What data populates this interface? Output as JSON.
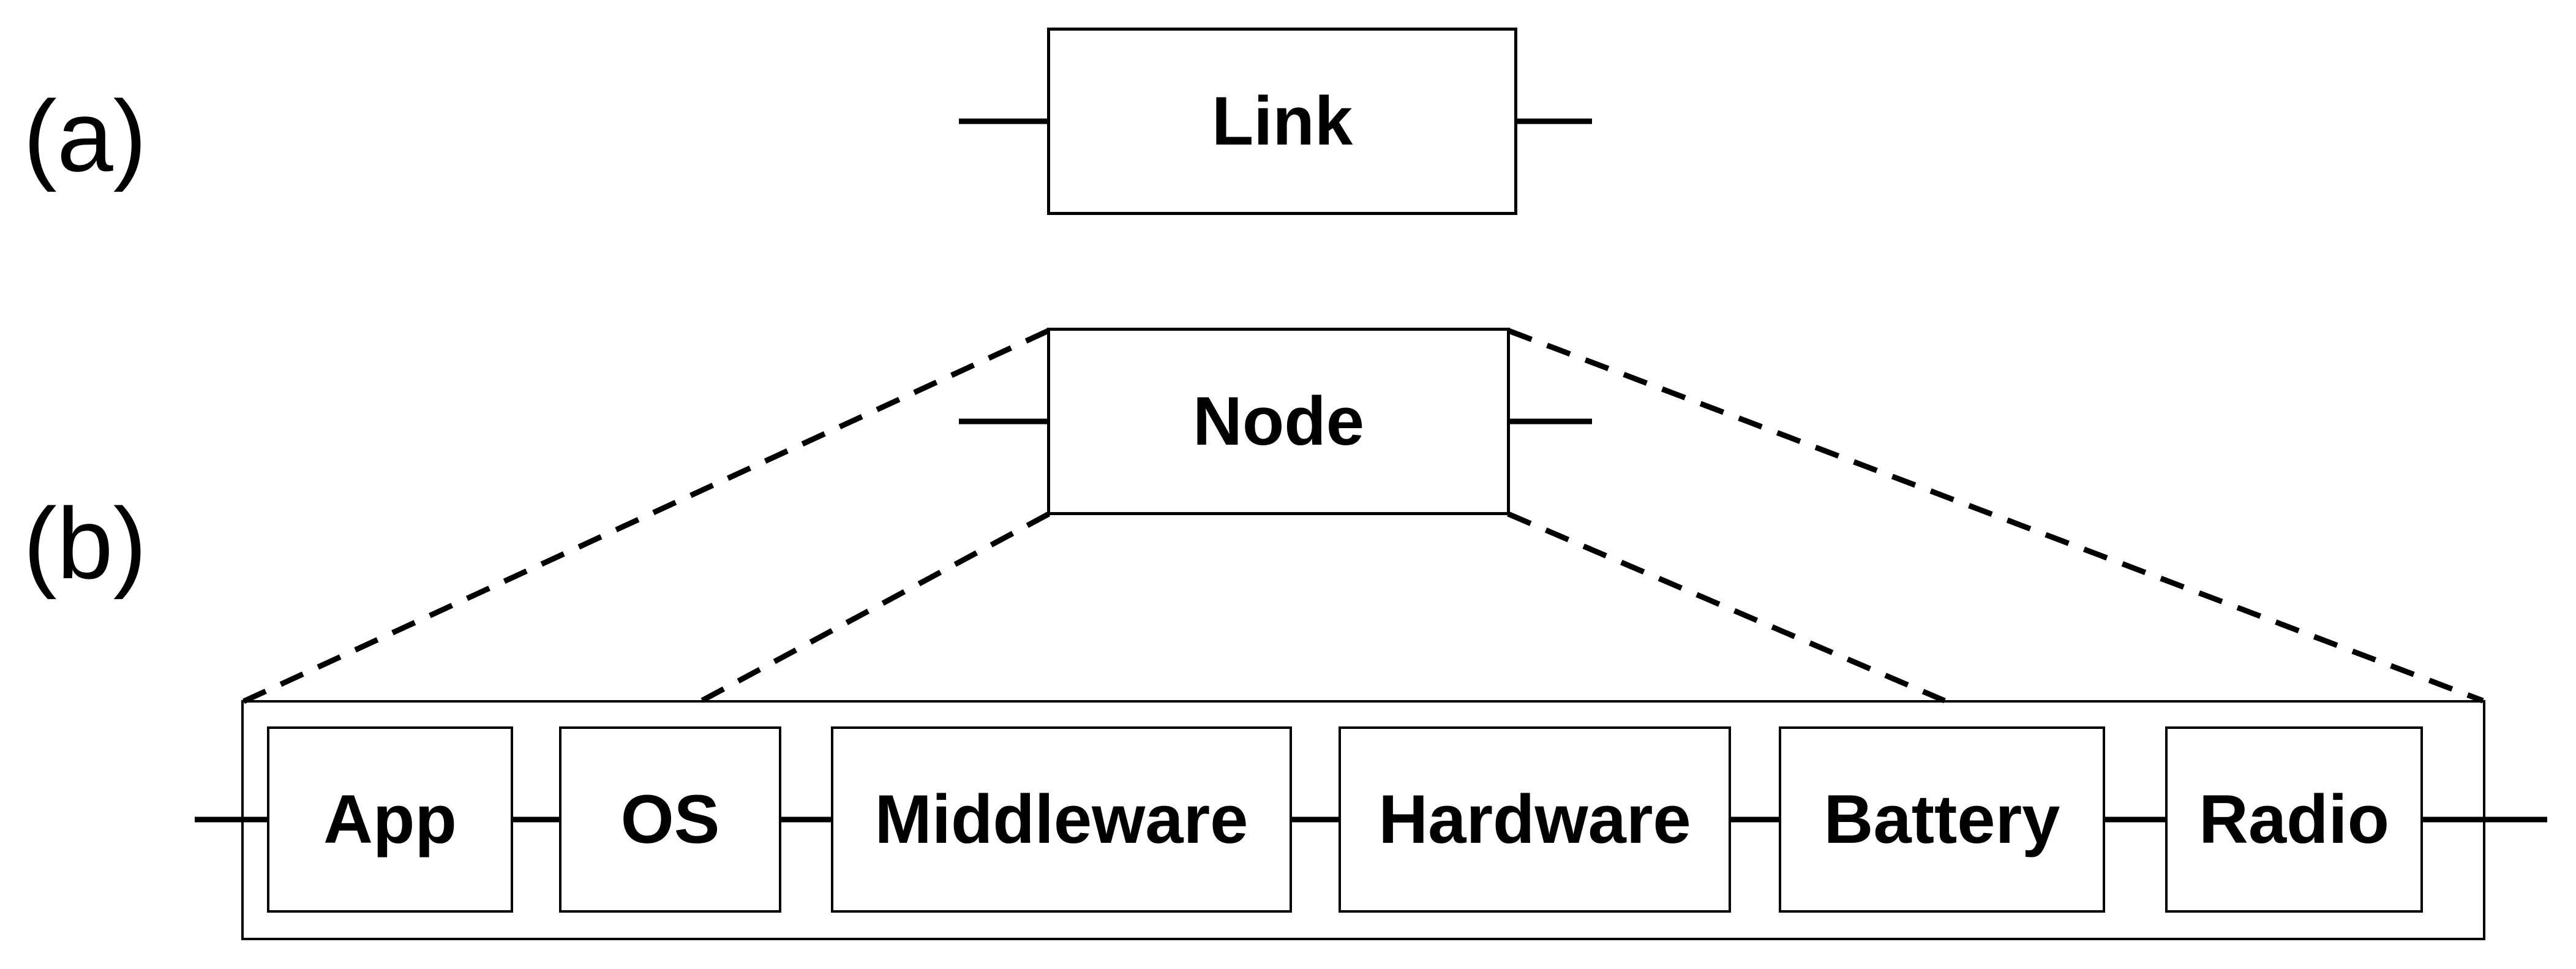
{
  "figure": {
    "panel_a": {
      "label": "(a)",
      "box_label": "Link"
    },
    "panel_b": {
      "label": "(b)",
      "box_label": "Node",
      "components": [
        "App",
        "OS",
        "Middleware",
        "Hardware",
        "Battery",
        "Radio"
      ]
    }
  },
  "colors": {
    "ink": "#000000",
    "background": "#ffffff"
  }
}
